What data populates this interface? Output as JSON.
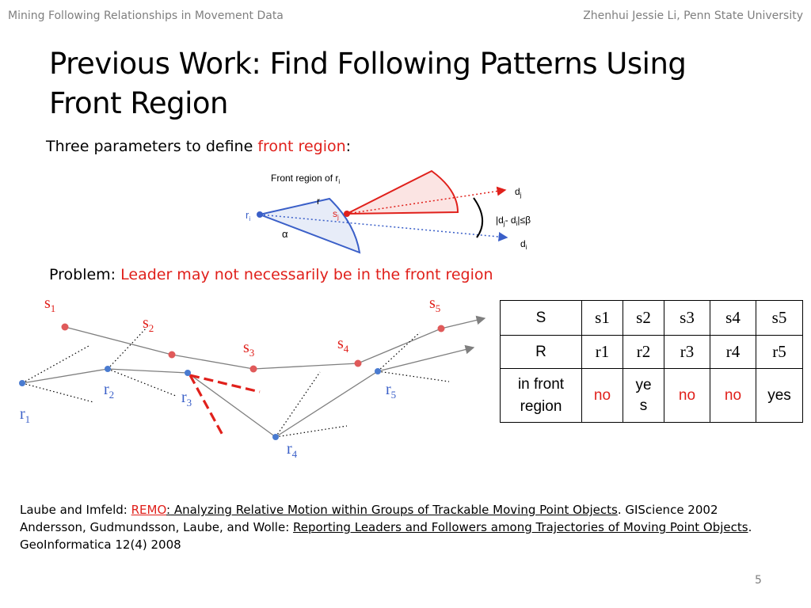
{
  "header": {
    "left": "Mining Following Relationships in Movement Data",
    "right": "Zhenhui Jessie Li, Penn State University"
  },
  "title": "Previous Work: Find Following Patterns Using Front Region",
  "intro": {
    "prefix": "Three parameters to define ",
    "highlight": "front region",
    "suffix": ":"
  },
  "front_figure": {
    "caption": "Front region of r",
    "caption_sub": "i",
    "r_label": "r",
    "ri_label": "r",
    "ri_sub": "i",
    "sj_label": "s",
    "sj_sub": "j",
    "alpha_label": "α",
    "dj_label": "d",
    "dj_sub": "j",
    "di_label": "d",
    "di_sub": "i",
    "beta_prefix": "|d",
    "beta_sub1": "j",
    "beta_mid": "- d",
    "beta_sub2": "i",
    "beta_suffix": "|≤β"
  },
  "problem": {
    "prefix": "Problem: ",
    "highlight": "Leader may not necessarily be in the front region"
  },
  "trajectory_figure": {
    "s_labels": [
      {
        "base": "s",
        "sub": "1"
      },
      {
        "base": "s",
        "sub": "2"
      },
      {
        "base": "s",
        "sub": "3"
      },
      {
        "base": "s",
        "sub": "4"
      },
      {
        "base": "s",
        "sub": "5"
      }
    ],
    "r_labels": [
      {
        "base": "r",
        "sub": "1"
      },
      {
        "base": "r",
        "sub": "2"
      },
      {
        "base": "r",
        "sub": "3"
      },
      {
        "base": "r",
        "sub": "4"
      },
      {
        "base": "r",
        "sub": "5"
      }
    ]
  },
  "table": {
    "row_s": {
      "label": "S",
      "cells": [
        "s1",
        "s2",
        "s3",
        "s4",
        "s5"
      ]
    },
    "row_r": {
      "label": "R",
      "cells": [
        "r1",
        "r2",
        "r3",
        "r4",
        "r5"
      ]
    },
    "row_front": {
      "label_line1": "in front",
      "label_line2": "region",
      "cells": [
        {
          "l1": "no",
          "l2": ""
        },
        {
          "l1": "ye",
          "l2": "s"
        },
        {
          "l1": "no",
          "l2": ""
        },
        {
          "l1": "no",
          "l2": ""
        },
        {
          "l1": "yes",
          "l2": ""
        }
      ]
    }
  },
  "colors": {
    "red": "#e0201b",
    "blue": "#3a5fc8",
    "gray": "#7f7f7f"
  },
  "references": {
    "ref1_prefix": "Laube and Imfeld: ",
    "ref1_remo": "REMO",
    "ref1_colon": ":",
    "ref1_title": " Analyzing Relative Motion within Groups of Trackable Moving Point Objects",
    "ref1_suffix": ". GIScience 2002",
    "ref2_prefix": "Andersson, Gudmundsson, Laube, and Wolle: ",
    "ref2_title": "Reporting Leaders and Followers among Trajectories of Moving Point Objects",
    "ref2_suffix": ". GeoInformatica 12(4) 2008"
  },
  "page_number": "5"
}
